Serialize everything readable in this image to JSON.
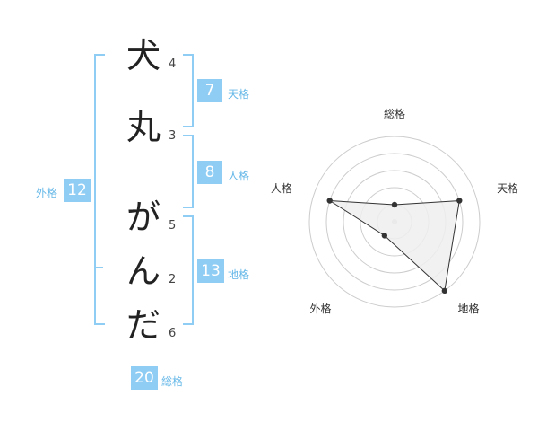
{
  "name_chars": [
    {
      "char": "犬",
      "strokes": "4"
    },
    {
      "char": "丸",
      "strokes": "3"
    },
    {
      "char": "が",
      "strokes": "5"
    },
    {
      "char": "ん",
      "strokes": "2"
    },
    {
      "char": "だ",
      "strokes": "6"
    }
  ],
  "fortune": {
    "tenkaku": {
      "value": "7",
      "label": "天格"
    },
    "jinkaku": {
      "value": "8",
      "label": "人格"
    },
    "chikaku": {
      "value": "13",
      "label": "地格"
    },
    "gaikaku": {
      "value": "12",
      "label": "外格"
    },
    "soukaku": {
      "value": "20",
      "label": "総格"
    }
  },
  "chart_data": {
    "type": "radar",
    "axes": [
      "総格",
      "天格",
      "地格",
      "外格",
      "人格"
    ],
    "values": [
      1,
      4,
      5,
      1,
      4
    ],
    "range": [
      0,
      5
    ],
    "rings": 5,
    "colors": {
      "fill": "#eeeeee",
      "line": "#333333",
      "ring": "#cccccc"
    }
  },
  "colors": {
    "accent": "#8fcdf5",
    "accent_text": "#66b8e8"
  }
}
